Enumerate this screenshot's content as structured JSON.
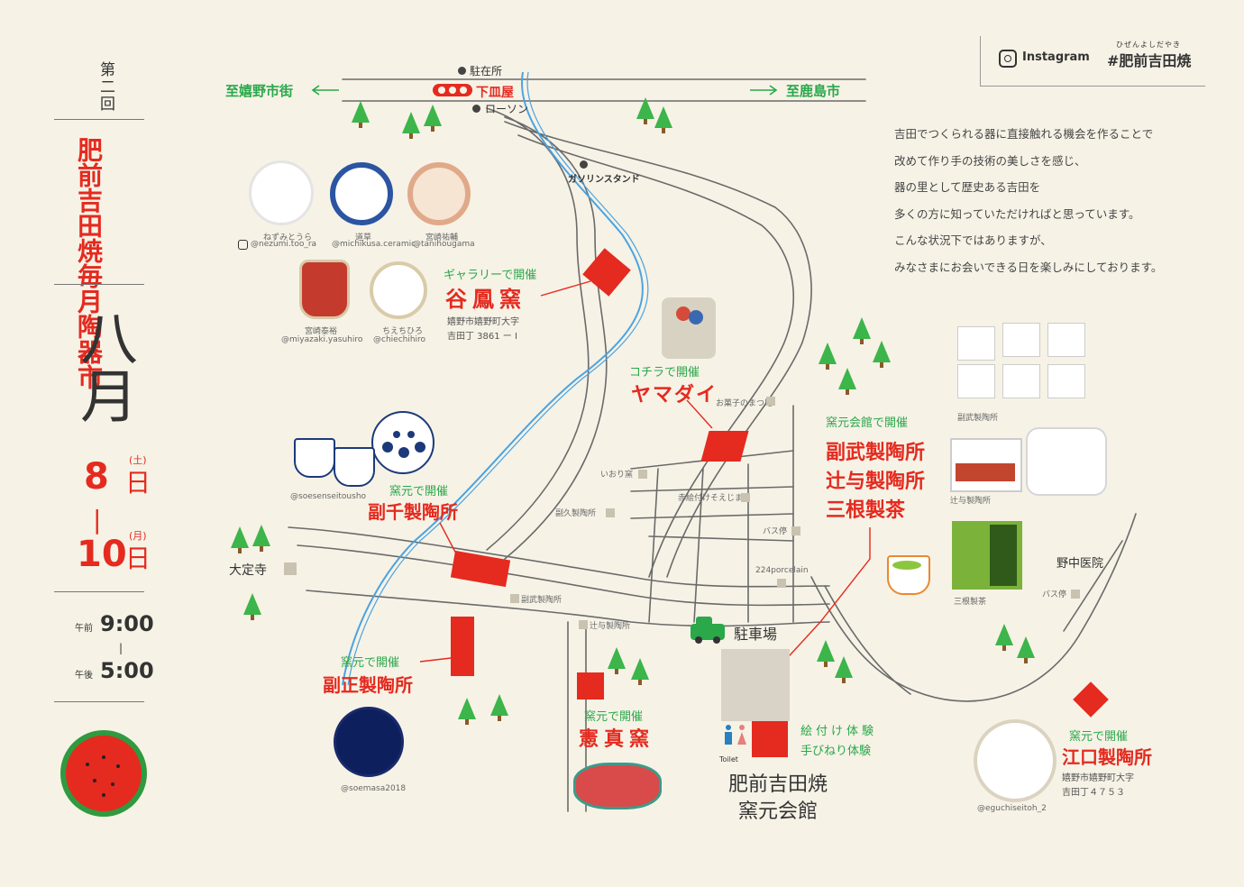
{
  "event": {
    "edition": "第二回",
    "title_line1": "肥前吉田焼",
    "title_line2": "毎月陶器市",
    "month": "八月",
    "day_start": "8",
    "day_start_weekday": "(土)",
    "day_unit": "日",
    "dash": "|",
    "day_end": "10",
    "day_end_weekday": "(月)",
    "time_am_prefix": "午前",
    "time_start": "9:00",
    "time_pm_prefix": "午後",
    "time_end": "5:00"
  },
  "social": {
    "instagram_label": "Instagram",
    "hashtag": "#肥前吉田焼",
    "hashtag_ruby": "ひぜんよしだやき"
  },
  "intro": [
    "吉田でつくられる器に直接触れる機会を作ることで",
    "改めて作り手の技術の美しさを感じ、",
    "器の里として歴史ある吉田を",
    "多くの方に知っていただければと思っています。",
    "こんな状況下ではありますが、",
    "みなさまにお会いできる日を楽しみにしております。"
  ],
  "map_labels": {
    "to_ureshino": "至嬉野市街",
    "to_kashima": "至鹿島市",
    "police_box": "駐在所",
    "shimosaraya": "下皿屋",
    "lawson": "ローソン",
    "gas_station": "ガソリンスタンド",
    "daijoji": "大定寺",
    "parking": "駐車場",
    "nonaka_clinic": "野中医院",
    "bus_stop_1": "バス停",
    "bus_stop_2": "バス停",
    "okashi": "お菓子のまつ尾",
    "iori": "いおり窯",
    "akaetsuke": "赤絵付けそえじま",
    "fukuhisa": "副久製陶所",
    "p224": "224porcelain",
    "fukutake_small": "副武製陶所",
    "tsujiyo_small": "辻与製陶所",
    "toilet": "Toilet",
    "kaikan_line1": "肥前吉田焼",
    "kaikan_line2": "窯元会館"
  },
  "venues": {
    "tanihou": {
      "caption": "ギャラリーで開催",
      "name": "谷鳳窯",
      "address1": "嬉野市嬉野町大字",
      "address2": "吉田丁 3861 ー I"
    },
    "yamadai": {
      "caption": "コチラで開催",
      "name": "ヤマダイ"
    },
    "kaikan": {
      "caption": "窯元会館で開催",
      "name1": "副武製陶所",
      "name2": "辻与製陶所",
      "name3": "三根製茶"
    },
    "fukusen": {
      "caption": "窯元で開催",
      "name": "副千製陶所"
    },
    "fukumasa": {
      "caption": "窯元で開催",
      "name": "副正製陶所"
    },
    "kenshin": {
      "caption": "窯元で開催",
      "name": "憲真窯"
    },
    "eguchi": {
      "caption": "窯元で開催",
      "name": "江口製陶所",
      "address1": "嬉野市嬉野町大字",
      "address2": "吉田丁４７５３"
    },
    "workshop": {
      "line1": "絵付け体験",
      "line2": "手びねり体験"
    }
  },
  "artists": {
    "nezumi_name": "ねずみとうら",
    "nezumi_handle": "@nezumi.too_ra",
    "michikusa_name": "道草",
    "michikusa_handle": "@michikusa.ceramic",
    "tanihou_name": "宮崎祐輔",
    "tanihou_handle": "@tanihougama",
    "miyazaki_name": "宮崎泰裕",
    "miyazaki_handle": "@miyazaki.yasuhiro",
    "chiechi_name": "ちえちひろ",
    "chiechi_handle": "@chiechihiro",
    "soesen_handle": "@soesenseitousho",
    "soemasa_handle": "@soemasa2018",
    "eguchi_handle": "@eguchiseitoh_2"
  },
  "photo_captions": {
    "fukutake": "副武製陶所",
    "tsujiyo": "辻与製陶所",
    "mine": "三根製茶"
  },
  "colors": {
    "accent_red": "#e52a1f",
    "accent_green": "#2aa84a",
    "river_blue": "#4aa3e0",
    "paper": "#f6f2e6"
  }
}
